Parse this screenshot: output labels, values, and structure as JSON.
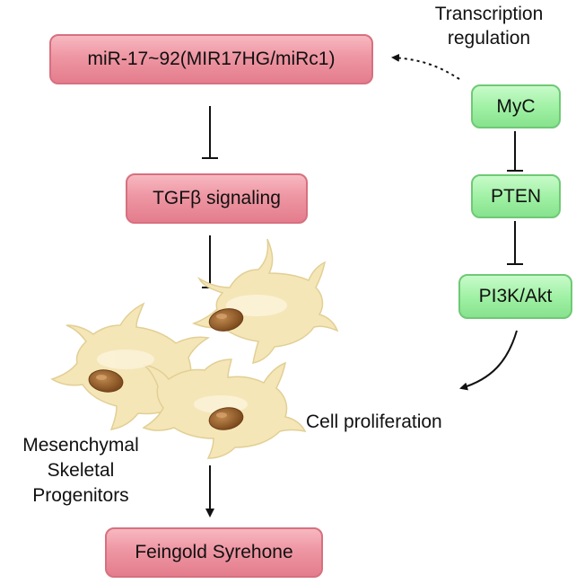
{
  "boxes": {
    "mirna": "miR-17~92(MIR17HG/miRc1)",
    "tgfb": "TGFβ signaling",
    "disease": "Feingold Syrehone",
    "myc": "MyC",
    "pten": "PTEN",
    "pi3k": "PI3K/Akt"
  },
  "labels": {
    "transcription_line1": "Transcription",
    "transcription_line2": "regulation",
    "cell_proliferation": "Cell proliferation",
    "progenitors_line1": "Mesenchymal",
    "progenitors_line2": "Skeletal",
    "progenitors_line3": "Progenitors"
  },
  "colors": {
    "pink_box": "#ee96a3",
    "green_box": "#9ef0a3",
    "cell_body": "#f5e6b8",
    "nucleus": "#a0692f"
  }
}
